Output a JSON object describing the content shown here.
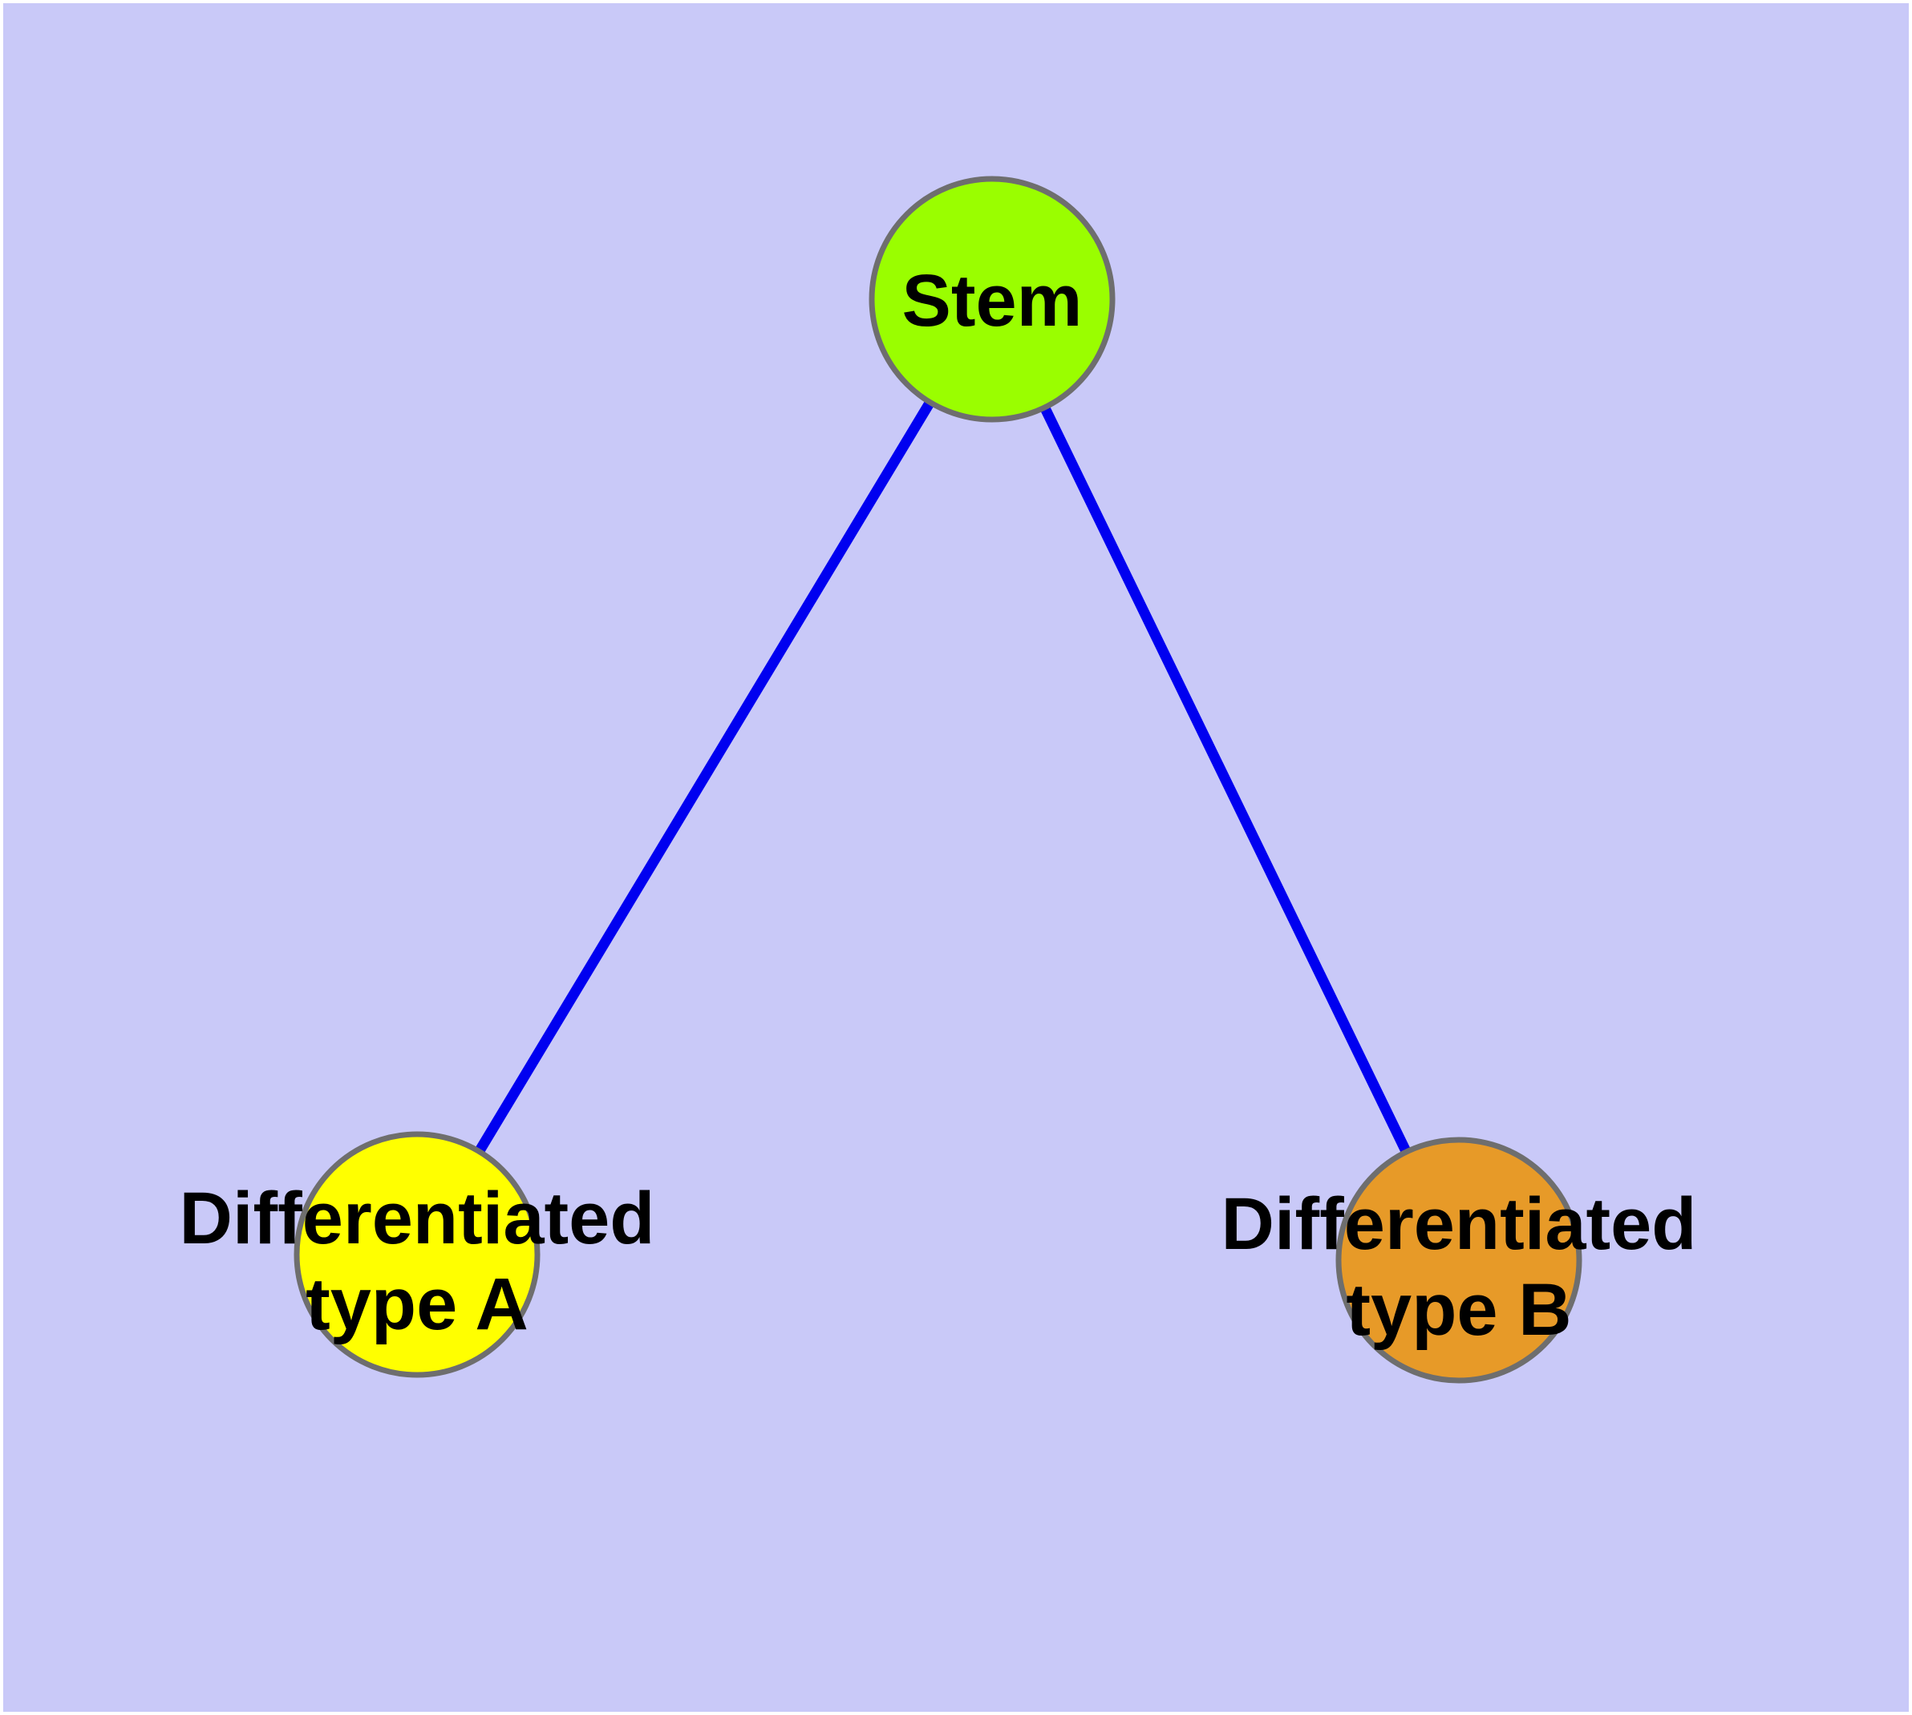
{
  "diagram": {
    "frame_color": "#ffffff",
    "background_color": "#c9c9f8",
    "edge_color": "#0000f0",
    "node_border_color": "#6e6e6e",
    "label_color": "#000000",
    "nodes": {
      "stem": {
        "label": "Stem",
        "fill": "#9afe00"
      },
      "diff_a": {
        "label_line1": "Differentiated",
        "label_line2": "type A",
        "fill": "#ffff00"
      },
      "diff_b": {
        "label_line1": "Differentiated",
        "label_line2": "type B",
        "fill": "#e79a28"
      }
    },
    "edges": [
      {
        "from": "Stem",
        "to": "Differentiated type A"
      },
      {
        "from": "Stem",
        "to": "Differentiated type B"
      }
    ]
  }
}
